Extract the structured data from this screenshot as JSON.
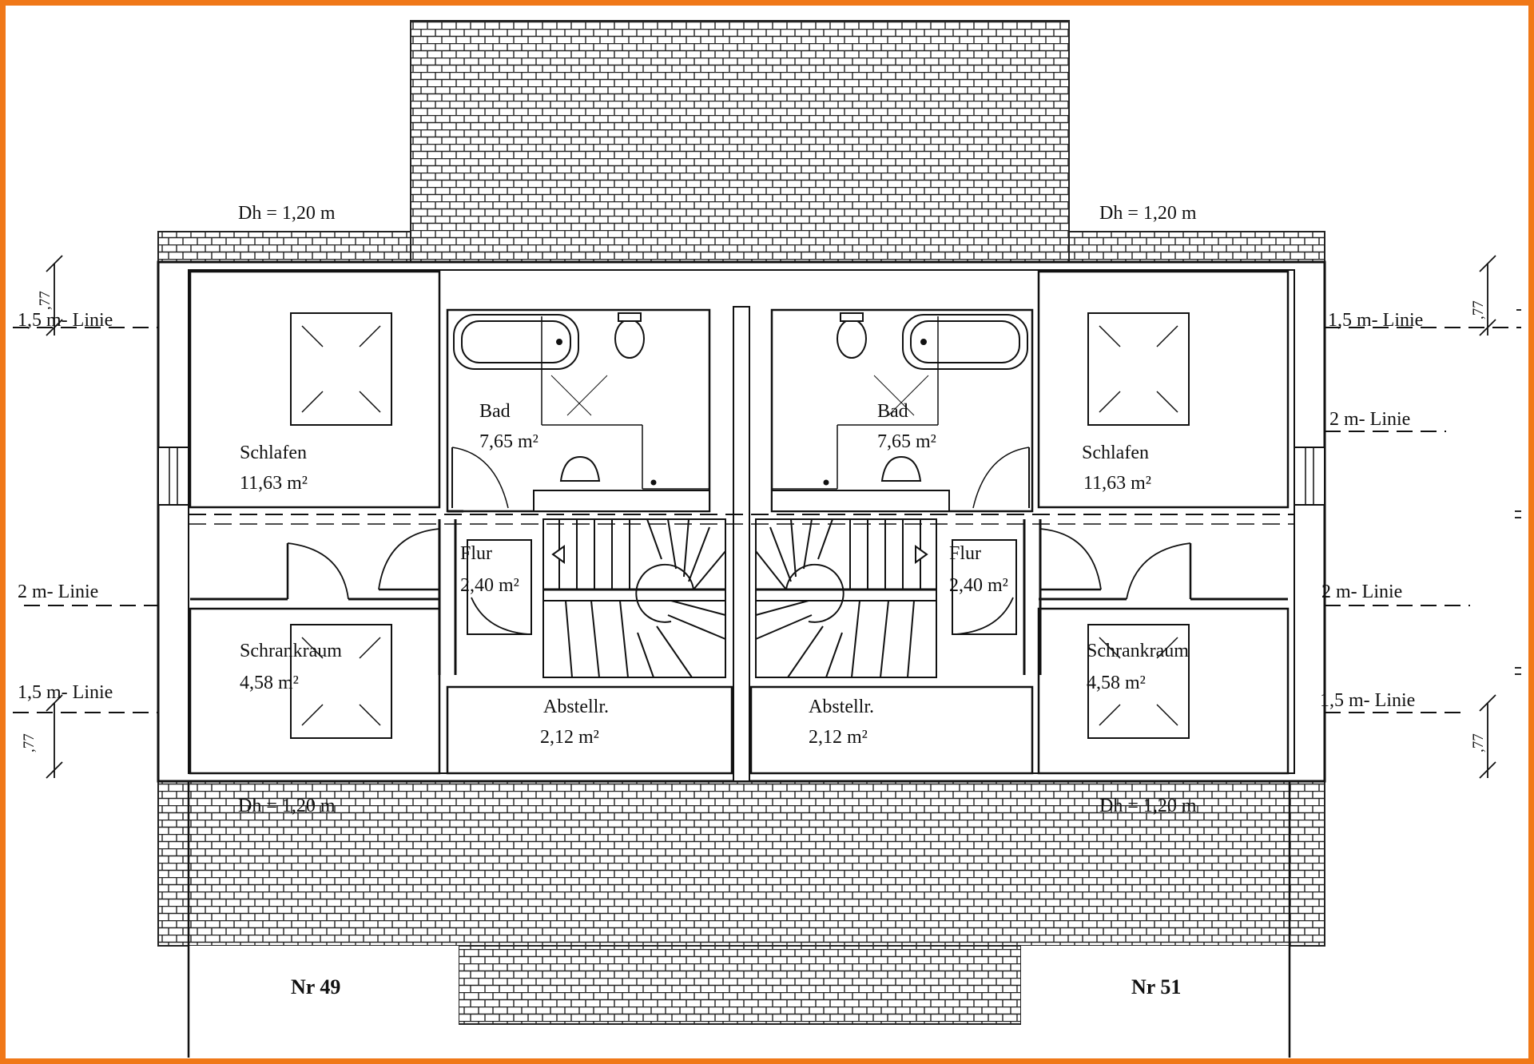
{
  "colors": {
    "frame": "#f07818",
    "wall": "#111111",
    "roof": "#222222"
  },
  "units": {
    "left": {
      "rooms": {
        "schlafen": {
          "name": "Schlafen",
          "area": "11,63 m²"
        },
        "bad": {
          "name": "Bad",
          "area": "7,65 m²"
        },
        "flur": {
          "name": "Flur",
          "area": "2,40 m²"
        },
        "schrankraum": {
          "name": "Schrankraum",
          "area": "4,58 m²"
        },
        "abstellr": {
          "name": "Abstellr.",
          "area": "2,12 m²"
        }
      },
      "dh_top": "Dh = 1,20 m",
      "dh_bottom": "Dh = 1,20 m",
      "linie_15_top": "1,5 m- Linie",
      "linie_2": "2 m- Linie",
      "linie_15_bottom": "1,5 m- Linie",
      "dim_top": ",77",
      "dim_bottom": ",77",
      "number": "Nr 49"
    },
    "right": {
      "rooms": {
        "schlafen": {
          "name": "Schlafen",
          "area": "11,63 m²"
        },
        "bad": {
          "name": "Bad",
          "area": "7,65 m²"
        },
        "flur": {
          "name": "Flur",
          "area": "2,40 m²"
        },
        "schrankraum": {
          "name": "Schrankraum",
          "area": "4,58 m²"
        },
        "abstellr": {
          "name": "Abstellr.",
          "area": "2,12 m²"
        }
      },
      "dh_top": "Dh = 1,20 m",
      "dh_bottom": "Dh = 1,20 m",
      "linie_15_top": "1,5 m- Linie",
      "linie_2_upper": "2 m- Linie",
      "linie_2_lower": "2 m- Linie",
      "linie_15_bottom": "1,5 m- Linie",
      "dim_top": ",77",
      "dim_bottom": ",77",
      "number": "Nr 51"
    }
  }
}
